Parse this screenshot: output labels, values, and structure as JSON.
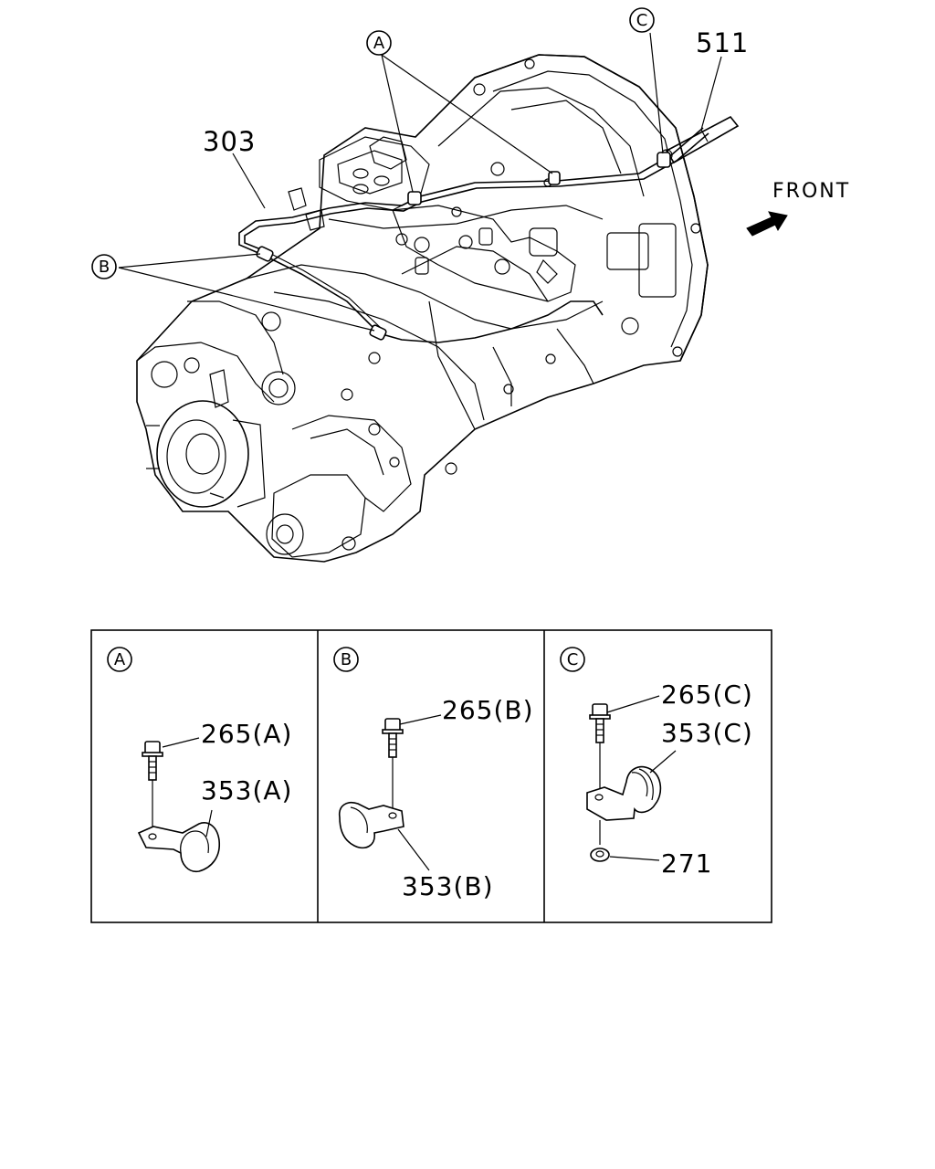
{
  "main_view": {
    "callouts": {
      "part_303": "303",
      "part_511": "511",
      "detail_a": "A",
      "detail_b": "B",
      "detail_c": "C"
    },
    "direction_label": "FRONT"
  },
  "detail_panels": [
    {
      "id": "A",
      "parts": [
        "265(A)",
        "353(A)"
      ]
    },
    {
      "id": "B",
      "parts": [
        "265(B)",
        "353(B)"
      ]
    },
    {
      "id": "C",
      "parts": [
        "265(C)",
        "353(C)",
        "271"
      ]
    }
  ]
}
